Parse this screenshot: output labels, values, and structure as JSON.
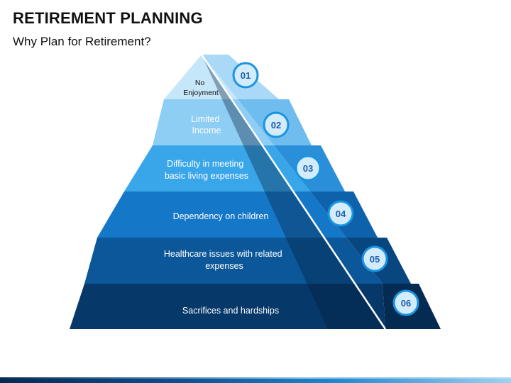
{
  "header": {
    "title": "RETIREMENT PLANNING",
    "subtitle": "Why Plan for Retirement?"
  },
  "levels": [
    {
      "number": "01",
      "line1": "No",
      "line2": "Enjoyment"
    },
    {
      "number": "02",
      "line1": "Limited",
      "line2": "Income"
    },
    {
      "number": "03",
      "line1": "Difficulty in meeting",
      "line2": "basic living expenses"
    },
    {
      "number": "04",
      "line1": "Dependency on children",
      "line2": ""
    },
    {
      "number": "05",
      "line1": "Healthcare issues with related",
      "line2": "expenses"
    },
    {
      "number": "06",
      "line1": "Sacrifices and hardships",
      "line2": ""
    }
  ],
  "colors": {
    "level_fills": [
      "#c6e6fa",
      "#8ecdf4",
      "#3aa6ea",
      "#1577c8",
      "#0b5799",
      "#06386a"
    ],
    "side_fills": [
      "#a9d9f6",
      "#6fbcef",
      "#2a8fd8",
      "#0e62ab",
      "#084680",
      "#042b52"
    ],
    "circle_fill": "#d3ecfb",
    "circle_ring": "#1a94e0",
    "number_color": "#1b5fa8",
    "text_dark": "#111111",
    "text_light": "#ffffff"
  }
}
